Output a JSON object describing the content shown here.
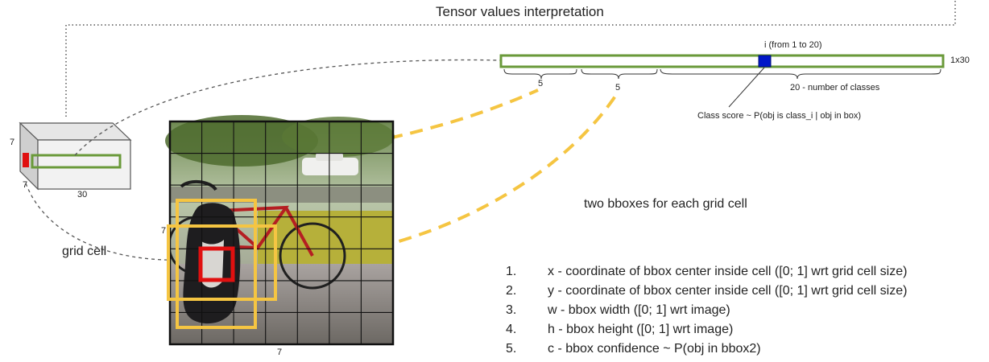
{
  "title": "Tensor values interpretation",
  "tensor": {
    "cube_label_h": "7",
    "cube_label_d": "7",
    "cube_label_w": "30",
    "vector_size": "1x30",
    "seg1": "5",
    "seg2": "5",
    "classes": "20 - number of classes",
    "class_index": "i (from 1 to 20)",
    "class_score": "Class score ~ P(obj is class_i | obj in box)"
  },
  "image": {
    "grid_rows_label": "7",
    "grid_cols_label": "7",
    "grid_cell_label": "grid cell"
  },
  "bbox_note": "two bboxes for each grid cell",
  "list": [
    {
      "num": "1.",
      "text": "x - coordinate of bbox center inside cell ([0; 1] wrt grid cell size)"
    },
    {
      "num": "2.",
      "text": "y - coordinate of bbox center inside cell ([0; 1] wrt grid cell size)"
    },
    {
      "num": "3.",
      "text": "w - bbox width ([0; 1] wrt image)"
    },
    {
      "num": "4.",
      "text": "h - bbox height ([0; 1] wrt image)"
    },
    {
      "num": "5.",
      "text": "c - bbox confidence ~ P(obj in bbox2)"
    }
  ],
  "colors": {
    "green": "#6a9a3a",
    "red": "#e01010",
    "yellow": "#f5c542",
    "blue": "#0018c8",
    "grid": "#111111"
  }
}
